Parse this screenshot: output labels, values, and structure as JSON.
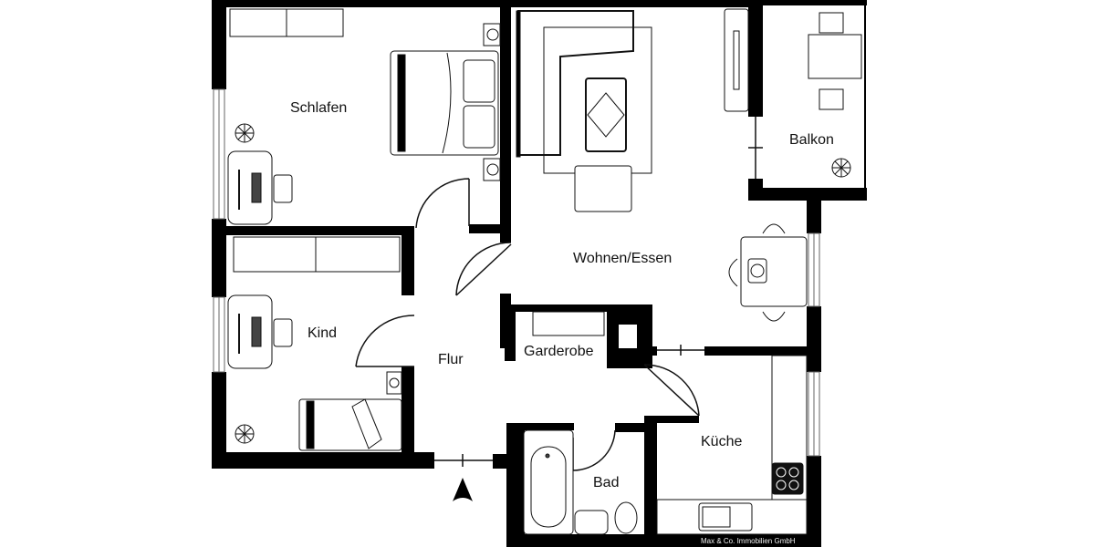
{
  "plan": {
    "colors": {
      "wall": "#000000",
      "background": "#ffffff",
      "line": "#111111",
      "furniture_fill": "#ffffff",
      "window": "#888888"
    },
    "rooms": [
      {
        "id": "schlafen",
        "label": "Schlafen"
      },
      {
        "id": "wohnen_essen",
        "label": "Wohnen/Essen"
      },
      {
        "id": "balkon",
        "label": "Balkon"
      },
      {
        "id": "kind",
        "label": "Kind"
      },
      {
        "id": "flur",
        "label": "Flur"
      },
      {
        "id": "garderobe",
        "label": "Garderobe"
      },
      {
        "id": "kueche",
        "label": "Küche"
      },
      {
        "id": "bad",
        "label": "Bad"
      }
    ],
    "credit": "Max & Co. Immobilien GmbH",
    "entrance_marker": "entrance-arrow-icon"
  }
}
